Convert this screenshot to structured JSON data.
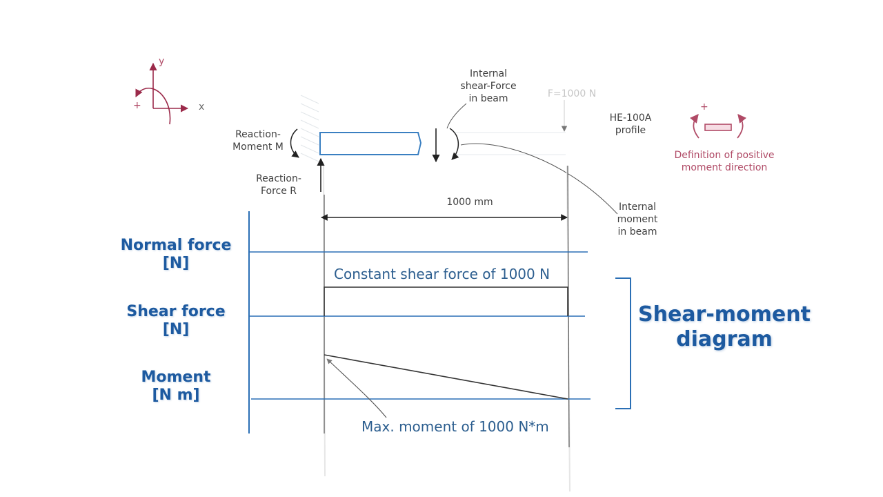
{
  "axes": {
    "x_label": "x",
    "y_label": "y",
    "positive_sign": "+"
  },
  "beam": {
    "reaction_moment_label": "Reaction-\nMoment M",
    "reaction_force_label": "Reaction-\nForce R",
    "internal_shear_label": "Internal\nshear-Force\nin beam",
    "internal_moment_label": "Internal\nmoment\nin beam",
    "load_label": "F=1000 N",
    "profile_label": "HE-100A\nprofile",
    "span_label": "1000 mm"
  },
  "sign_convention": {
    "positive_sign": "+",
    "caption": "Definition of positive\nmoment direction"
  },
  "rows": {
    "normal_force": "Normal force\n[N]",
    "shear_force": "Shear force\n[N]",
    "moment": "Moment\n[N m]"
  },
  "notes": {
    "shear_note": "Constant shear force of 1000 N",
    "moment_note": "Max. moment of 1000 N*m"
  },
  "title": "Shear-moment\ndiagram",
  "colors": {
    "blue_label": "#1d5aa0",
    "beam_line": "#3a7fc1",
    "axis_red": "#9b2a4a",
    "sign_red": "#b04a66"
  }
}
